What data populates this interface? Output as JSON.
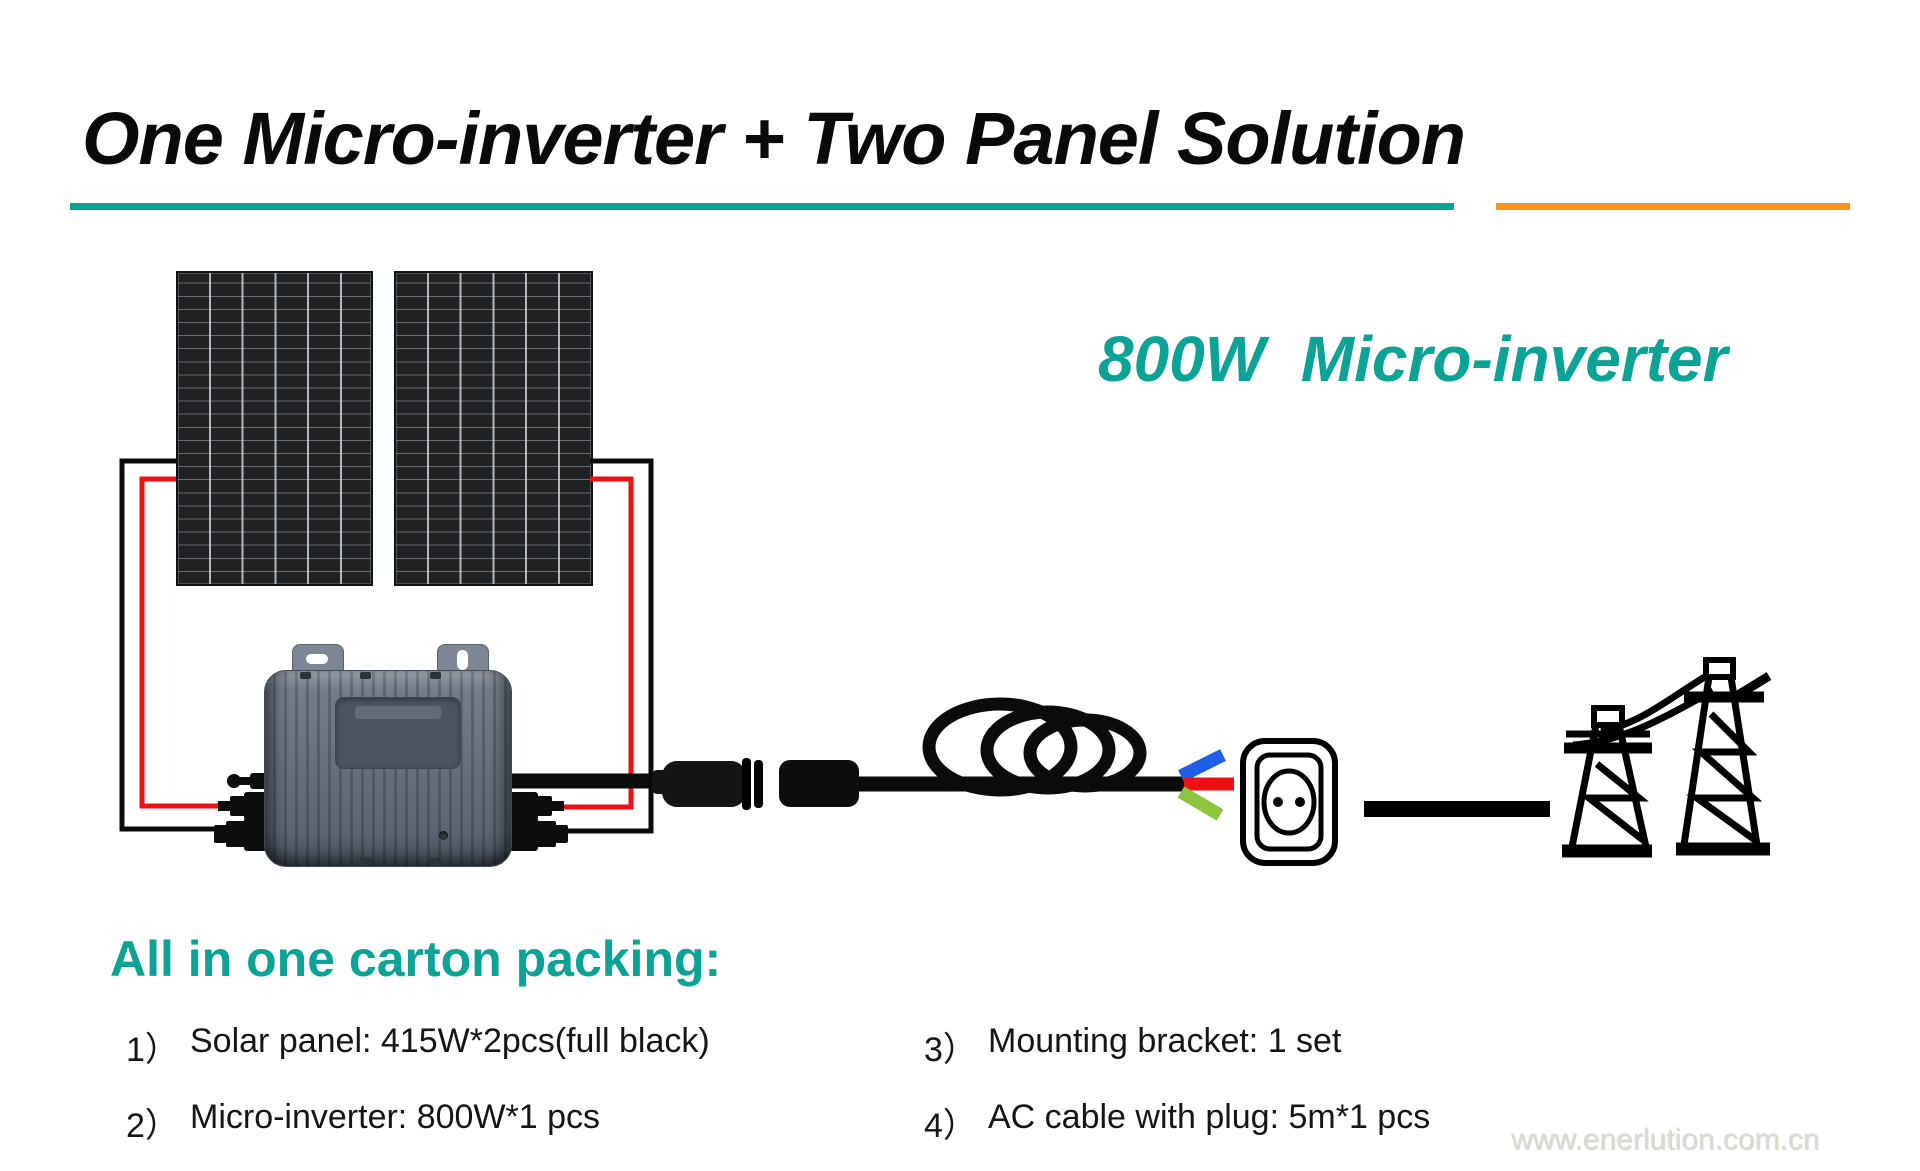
{
  "title": "One Micro-inverter + Two Panel Solution",
  "subtitle": "800W  Micro-inverter",
  "packing": {
    "heading": "All in one carton packing:",
    "items": [
      {
        "num": "1）",
        "text": "Solar panel: 415W*2pcs(full black)"
      },
      {
        "num": "2）",
        "text": "Micro-inverter: 800W*1 pcs"
      },
      {
        "num": "3）",
        "text": "Mounting bracket: 1 set"
      },
      {
        "num": "4）",
        "text": "AC cable with plug: 5m*1 pcs"
      }
    ]
  },
  "watermark": "www.enerlution.com.cn",
  "colors": {
    "teal": "#0aa396",
    "orange": "#f7941e",
    "ink": "#0a0a0a",
    "wire-red": "#ee1111",
    "wire-blue": "#1e5fe6",
    "wire-green": "#8cc63f",
    "diagram-black": "#0b0b0b"
  },
  "icons": {
    "solar-panel": "dark grid rectangle",
    "micro-inverter": "finned gray box with mounting tabs",
    "mc4-connector": "black stepped plug",
    "ac-connector": "black cylinder plug",
    "cable-coil": "three looped ellipses",
    "power-outlet": "rounded square socket with two holes",
    "grid-cable": "thick black bar",
    "transmission-tower": "two lattice pylons with sagging wires"
  }
}
